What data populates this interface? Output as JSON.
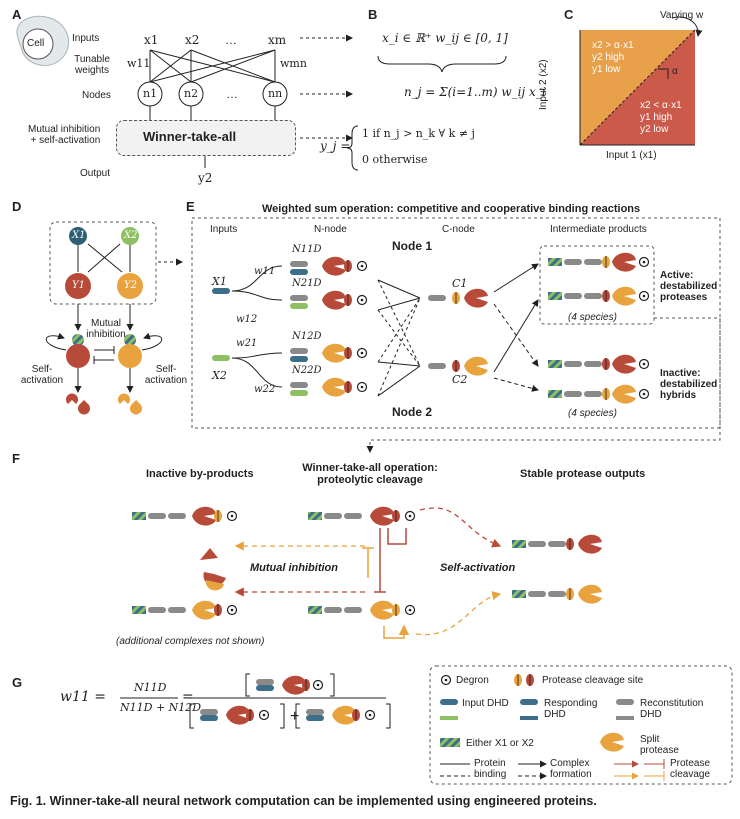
{
  "panels": {
    "A": "A",
    "B": "B",
    "C": "C",
    "D": "D",
    "E": "E",
    "F": "F",
    "G": "G"
  },
  "panelA": {
    "cell": "Cell",
    "row_labels": [
      "Inputs",
      "Tunable weights",
      "Nodes",
      "Mutual inhibition\n+ self-activation",
      "Output"
    ],
    "inputs": [
      "x1",
      "x2",
      "…",
      "xm"
    ],
    "weights": [
      "w11",
      "wmn"
    ],
    "nodes": [
      "n1",
      "n2",
      "…",
      "nn"
    ],
    "wta": "Winner-take-all",
    "output": "y2"
  },
  "panelB": {
    "domain": "x_i ∈ ℝ⁺      w_ij ∈ [0, 1]",
    "sum": "n_j = Σ(i=1..m) w_ij x_i",
    "rule1": "1   if n_j > n_k ∀ k ≠ j",
    "rule0": "0   otherwise",
    "yj": "y_j ="
  },
  "panelC": {
    "varying": "Varying w",
    "upper": [
      "x2 > α·x1",
      "y2 high",
      "y1 low"
    ],
    "lower": [
      "x2 < α·x1",
      "y1 high",
      "y2 low"
    ],
    "alpha": "α",
    "xaxis": "Input 1 (x1)",
    "yaxis": "Input 2 (x2)",
    "colors": {
      "orange": "#e9a04a",
      "red": "#cc5a4b"
    }
  },
  "panelD": {
    "x1": "X1",
    "x2": "X2",
    "y1": "Y1",
    "y2": "Y2",
    "mutual": "Mutual inhibition",
    "self_left": "Self-activation",
    "self_right": "Self-activation"
  },
  "panelE": {
    "title": "Weighted sum operation: competitive and cooperative binding reactions",
    "cols": [
      "Inputs",
      "N-node",
      "C-node",
      "Intermediate products"
    ],
    "inputs": [
      "X1",
      "X2"
    ],
    "weights": [
      "w11",
      "w12",
      "w21",
      "w22"
    ],
    "nnodes": [
      "N11D",
      "N21D",
      "N12D",
      "N22D"
    ],
    "cnodes": [
      "C1",
      "C2"
    ],
    "node1": "Node 1",
    "node2": "Node 2",
    "active": "Active: destabilized proteases",
    "inactive": "Inactive: destabilized hybrids",
    "species": "(4 species)"
  },
  "panelF": {
    "h_inactive": "Inactive by-products",
    "h_wta": "Winner-take-all operation: proteolytic cleavage",
    "h_stable": "Stable protease outputs",
    "mutual": "Mutual inhibition",
    "self": "Self-activation",
    "note": "(additional complexes not shown)"
  },
  "panelG": {
    "lhs": "w11 =",
    "frac_num": "N11D",
    "frac_den": "N11D + N12D",
    "eq": "="
  },
  "legend": {
    "degron": "Degron",
    "cleavage": "Protease cleavage site",
    "input_dhd": "Input DHD",
    "responding_dhd": "Responding DHD",
    "recon_dhd": "Reconstitution DHD",
    "either": "Either X1 or X2",
    "split": "Split protease",
    "binding": "Protein binding",
    "complex": "Complex formation",
    "pcleave": "Protease cleavage"
  },
  "caption": "Fig. 1. Winner-take-all neural network computation can be implemented using engineered proteins."
}
